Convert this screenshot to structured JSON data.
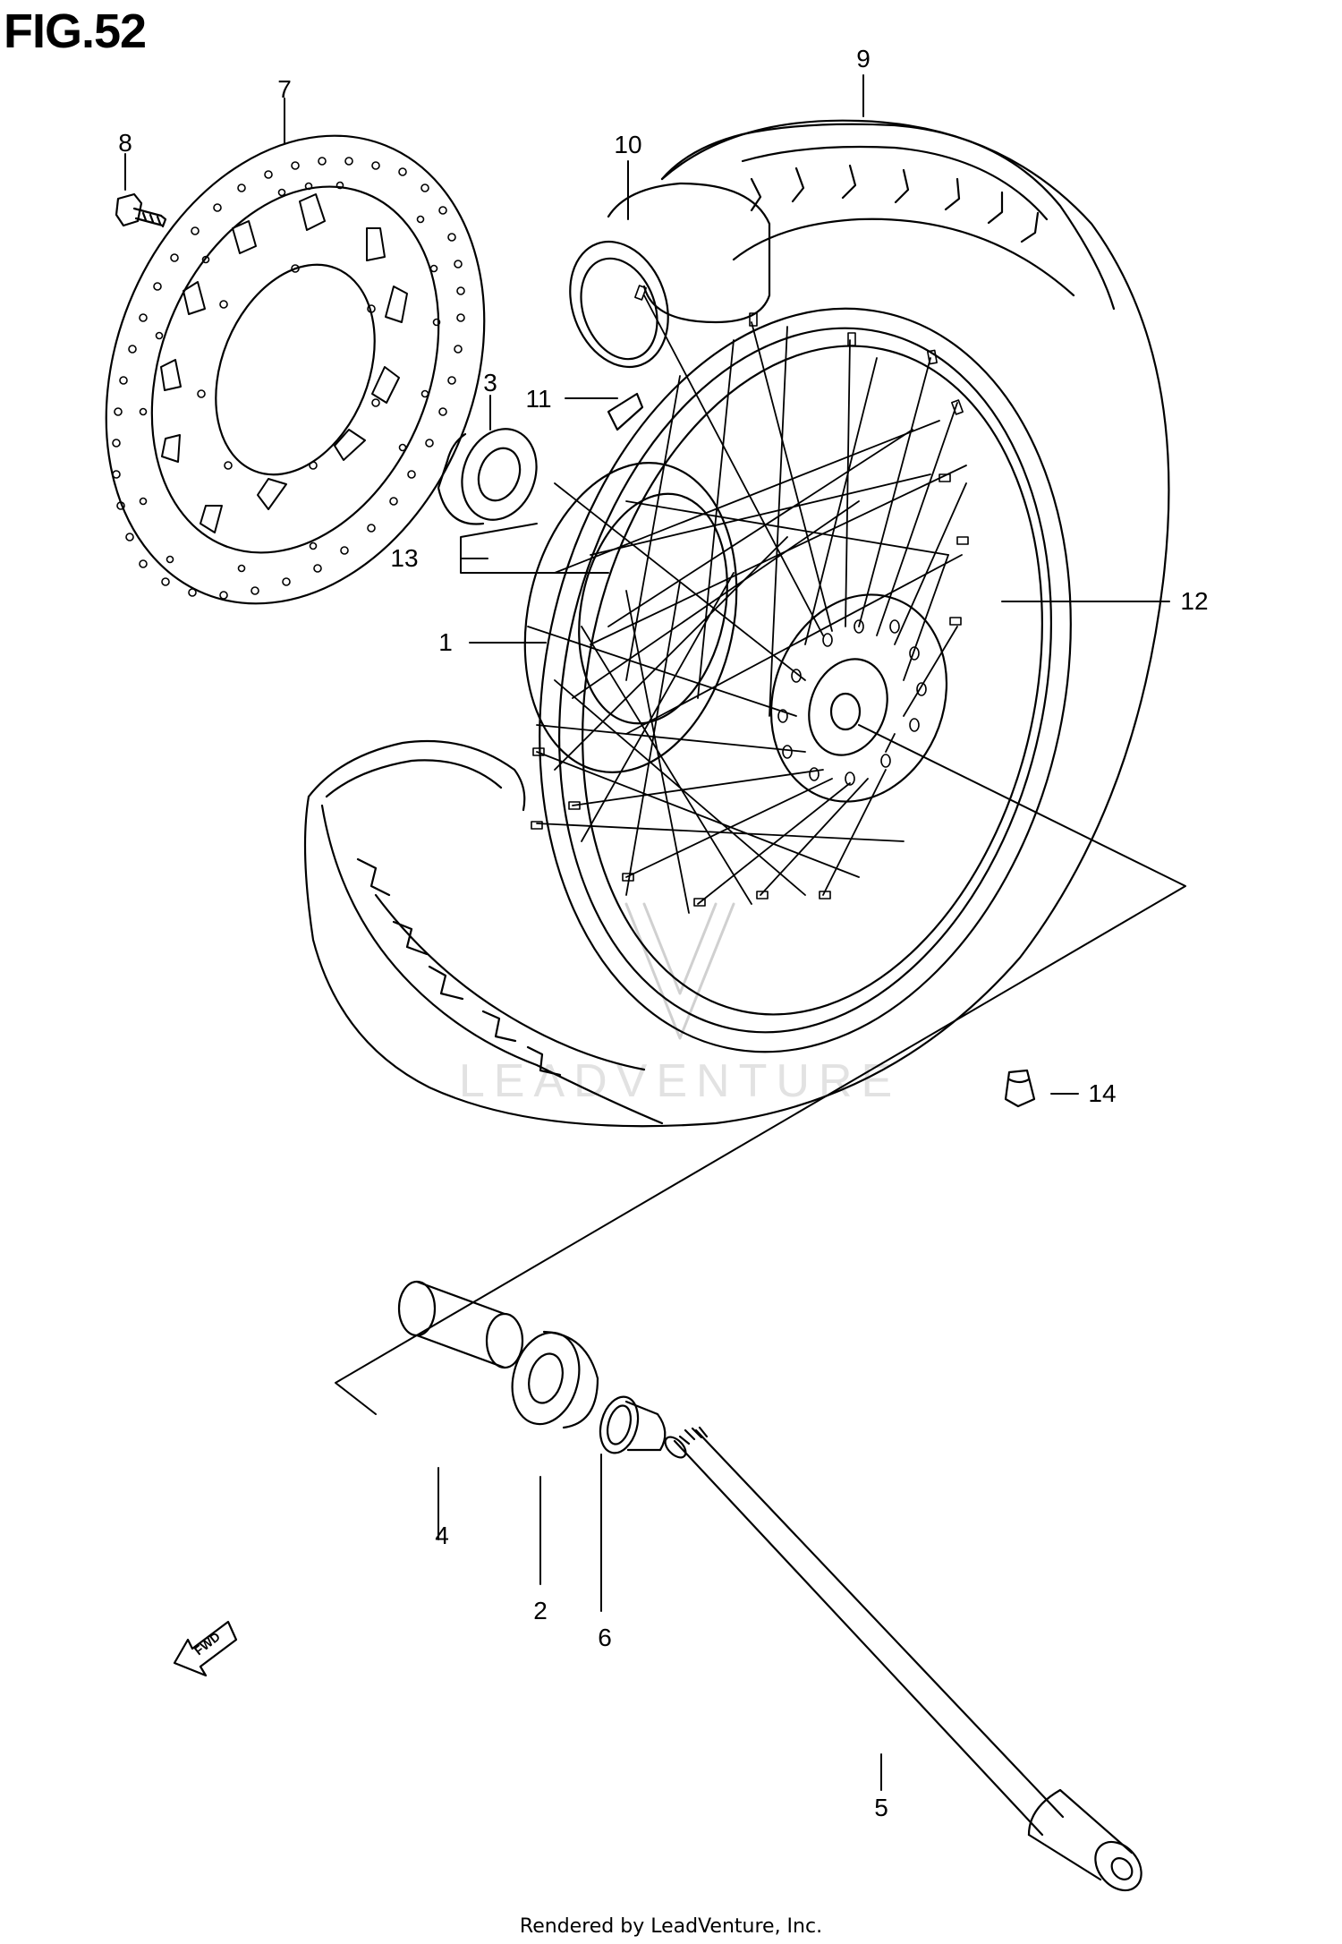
{
  "figure": {
    "title": "FIG.52",
    "footer": "Rendered by LeadVenture, Inc.",
    "watermark": "LEADVENTURE",
    "fwd_label": "FWD"
  },
  "callouts": [
    {
      "id": "c1",
      "label": "1"
    },
    {
      "id": "c2",
      "label": "2"
    },
    {
      "id": "c3",
      "label": "3"
    },
    {
      "id": "c4",
      "label": "4"
    },
    {
      "id": "c5",
      "label": "5"
    },
    {
      "id": "c6",
      "label": "6"
    },
    {
      "id": "c7",
      "label": "7"
    },
    {
      "id": "c8",
      "label": "8"
    },
    {
      "id": "c9",
      "label": "9"
    },
    {
      "id": "c10",
      "label": "10"
    },
    {
      "id": "c11",
      "label": "11"
    },
    {
      "id": "c12",
      "label": "12"
    },
    {
      "id": "c13",
      "label": "13"
    },
    {
      "id": "c14",
      "label": "14"
    }
  ]
}
